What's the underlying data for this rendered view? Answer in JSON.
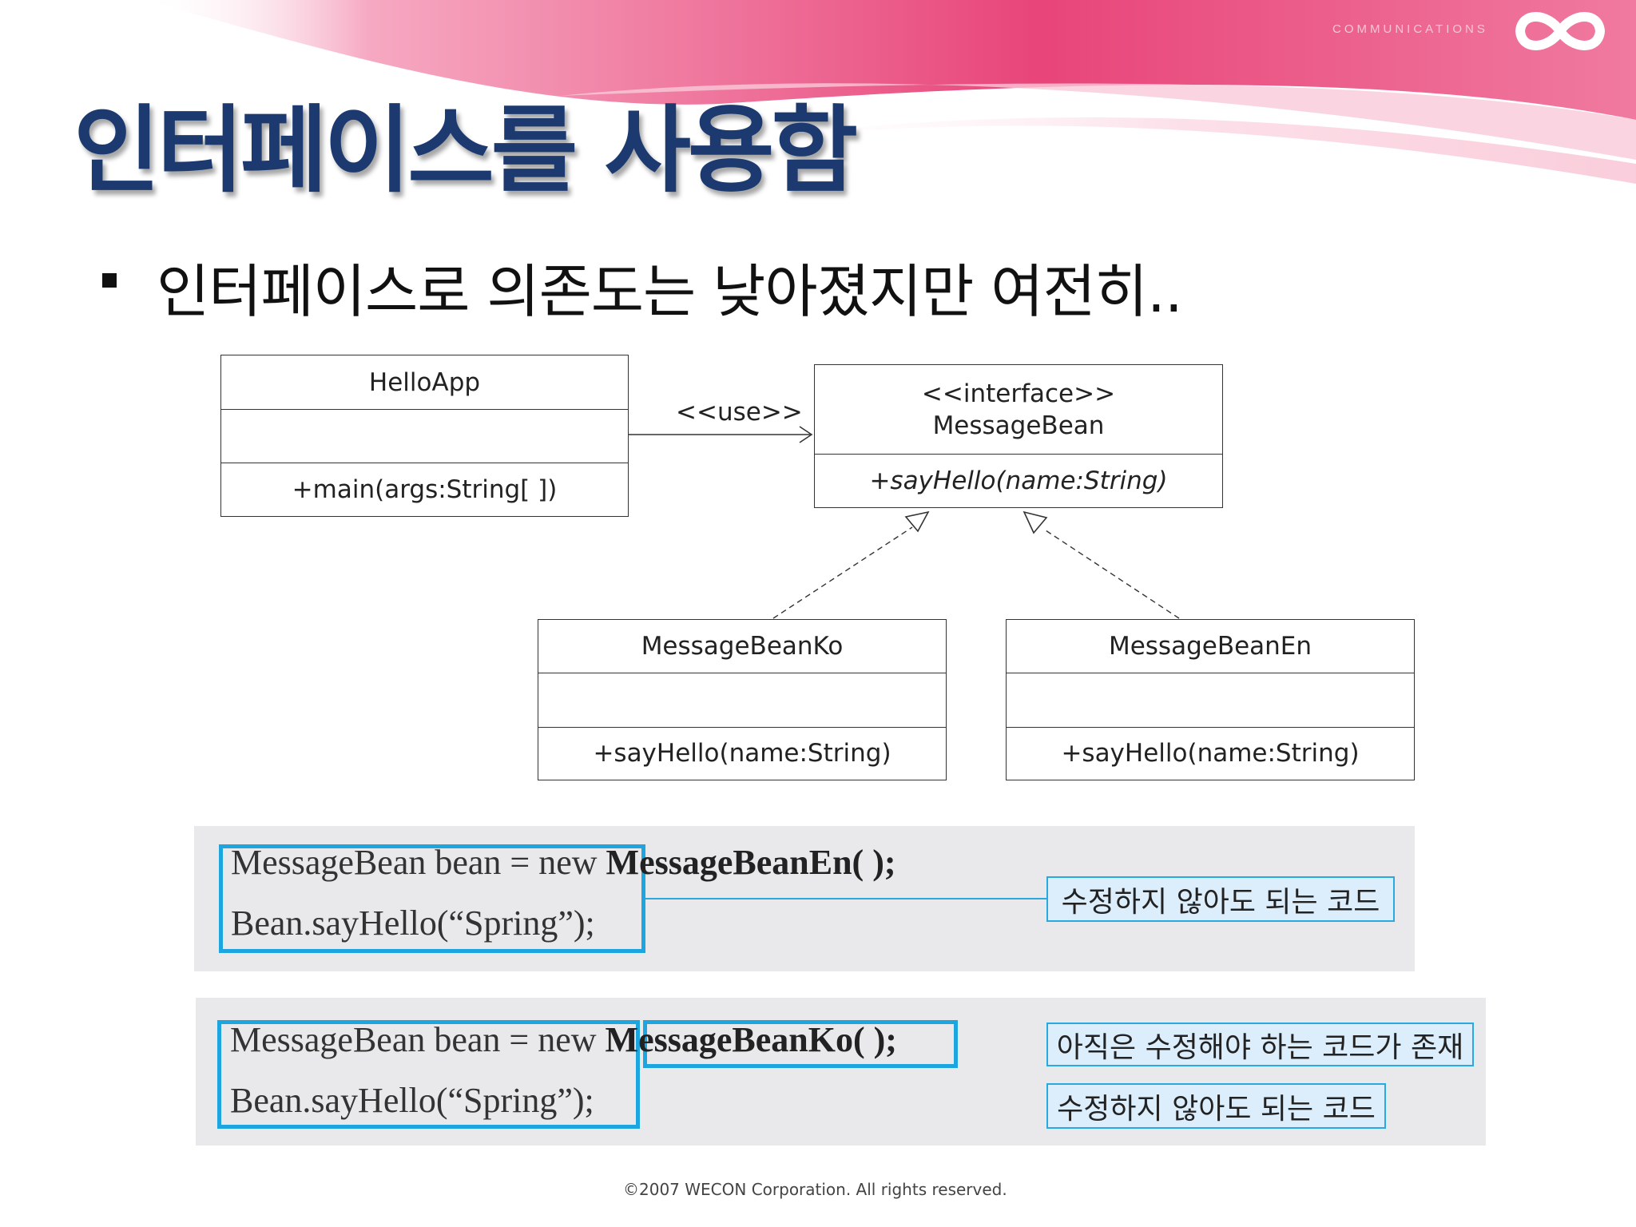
{
  "slide": {
    "title": "인터페이스를 사용함",
    "brand": "COMMUNICATIONS",
    "bullet": "인터페이스로 의존도는 낮아졌지만 여전히.."
  },
  "diagram": {
    "hello_app": {
      "name": "HelloApp",
      "method": "+main(args:String[ ])"
    },
    "use_label": "<<use>>",
    "message_bean": {
      "stereotype": "<<interface>>",
      "name": "MessageBean",
      "method": "+sayHello(name:String)"
    },
    "ko": {
      "name": "MessageBeanKo",
      "method": "+sayHello(name:String)"
    },
    "en": {
      "name": "MessageBeanEn",
      "method": "+sayHello(name:String)"
    }
  },
  "code_panel_1": {
    "line1_plain": "MessageBean bean = new ",
    "line1_bold": "MessageBeanEn( );",
    "line2": "Bean.sayHello(“Spring”);",
    "callout": "수정하지 않아도 되는 코드"
  },
  "code_panel_2": {
    "line1_plain": "MessageBean bean = new ",
    "line1_bold": "MessageBeanKo( );",
    "line2": "Bean.sayHello(“Spring”);",
    "callout_top": "아직은 수정해야 하는 코드가 존재",
    "callout_bottom": "수정하지 않아도 되는 코드"
  },
  "footer": {
    "copyright": "©2007 WECON Corporation. All rights reserved."
  },
  "colors": {
    "title": "#1c3a70",
    "highlight": "#1da5e0",
    "panel": "#e9e8ea",
    "swoosh": "#e8457a"
  }
}
